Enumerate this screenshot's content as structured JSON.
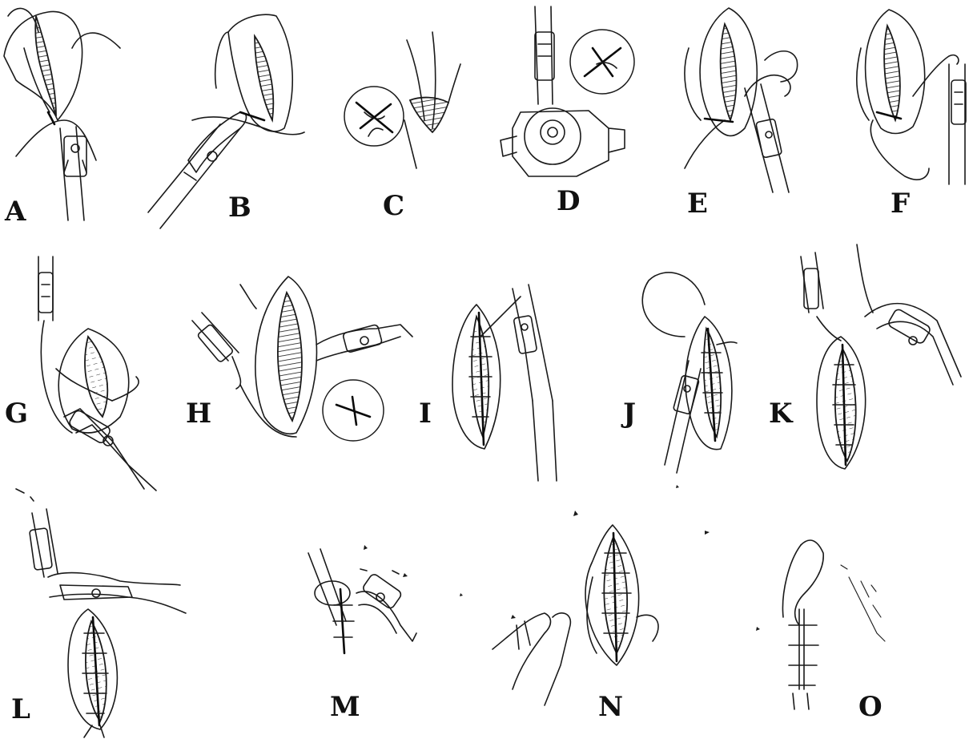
{
  "panels": [
    {
      "id": "A",
      "label": "A"
    },
    {
      "id": "B",
      "label": "B"
    },
    {
      "id": "C",
      "label": "C"
    },
    {
      "id": "D",
      "label": "D"
    },
    {
      "id": "E",
      "label": "E"
    },
    {
      "id": "F",
      "label": "F"
    },
    {
      "id": "G",
      "label": "G"
    },
    {
      "id": "H",
      "label": "H"
    },
    {
      "id": "I",
      "label": "I"
    },
    {
      "id": "J",
      "label": "J"
    },
    {
      "id": "K",
      "label": "K"
    },
    {
      "id": "L",
      "label": "L"
    },
    {
      "id": "M",
      "label": "M"
    },
    {
      "id": "N",
      "label": "N"
    },
    {
      "id": "O",
      "label": "O"
    }
  ],
  "colors": {
    "ink": "#1a1a1a",
    "background": "#ffffff"
  }
}
